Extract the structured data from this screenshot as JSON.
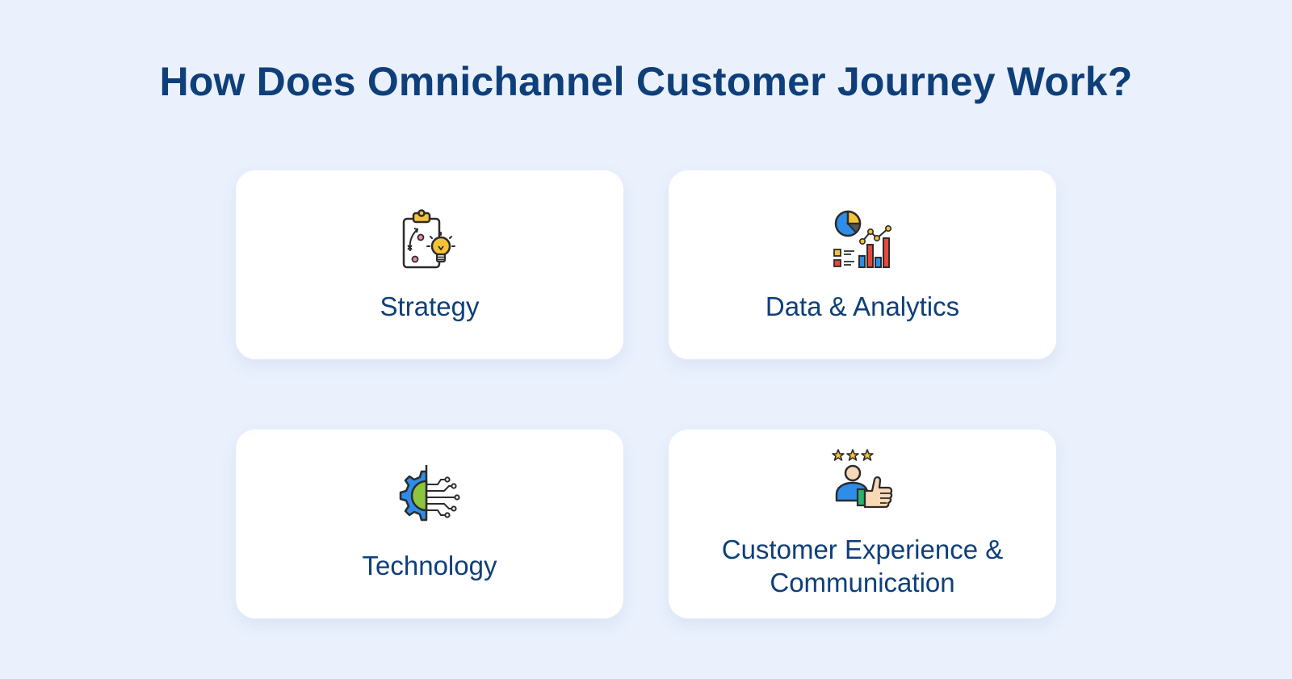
{
  "title": "How Does Omnichannel Customer Journey Work?",
  "cards": [
    {
      "label": "Strategy",
      "icon": "strategy-clipboard-lightbulb-icon"
    },
    {
      "label": "Data & Analytics",
      "icon": "data-analytics-chart-icon"
    },
    {
      "label": "Technology",
      "icon": "technology-gear-circuit-icon"
    },
    {
      "label": "Customer Experience & Communication",
      "icon": "customer-rating-thumbs-up-icon"
    }
  ],
  "colors": {
    "background": "#EAF1FD",
    "card": "#FFFFFF",
    "text": "#0E3F7A",
    "accent_blue": "#2E8DE8",
    "accent_yellow": "#F6C238",
    "accent_red": "#E8473C",
    "accent_green": "#8CC63E"
  }
}
